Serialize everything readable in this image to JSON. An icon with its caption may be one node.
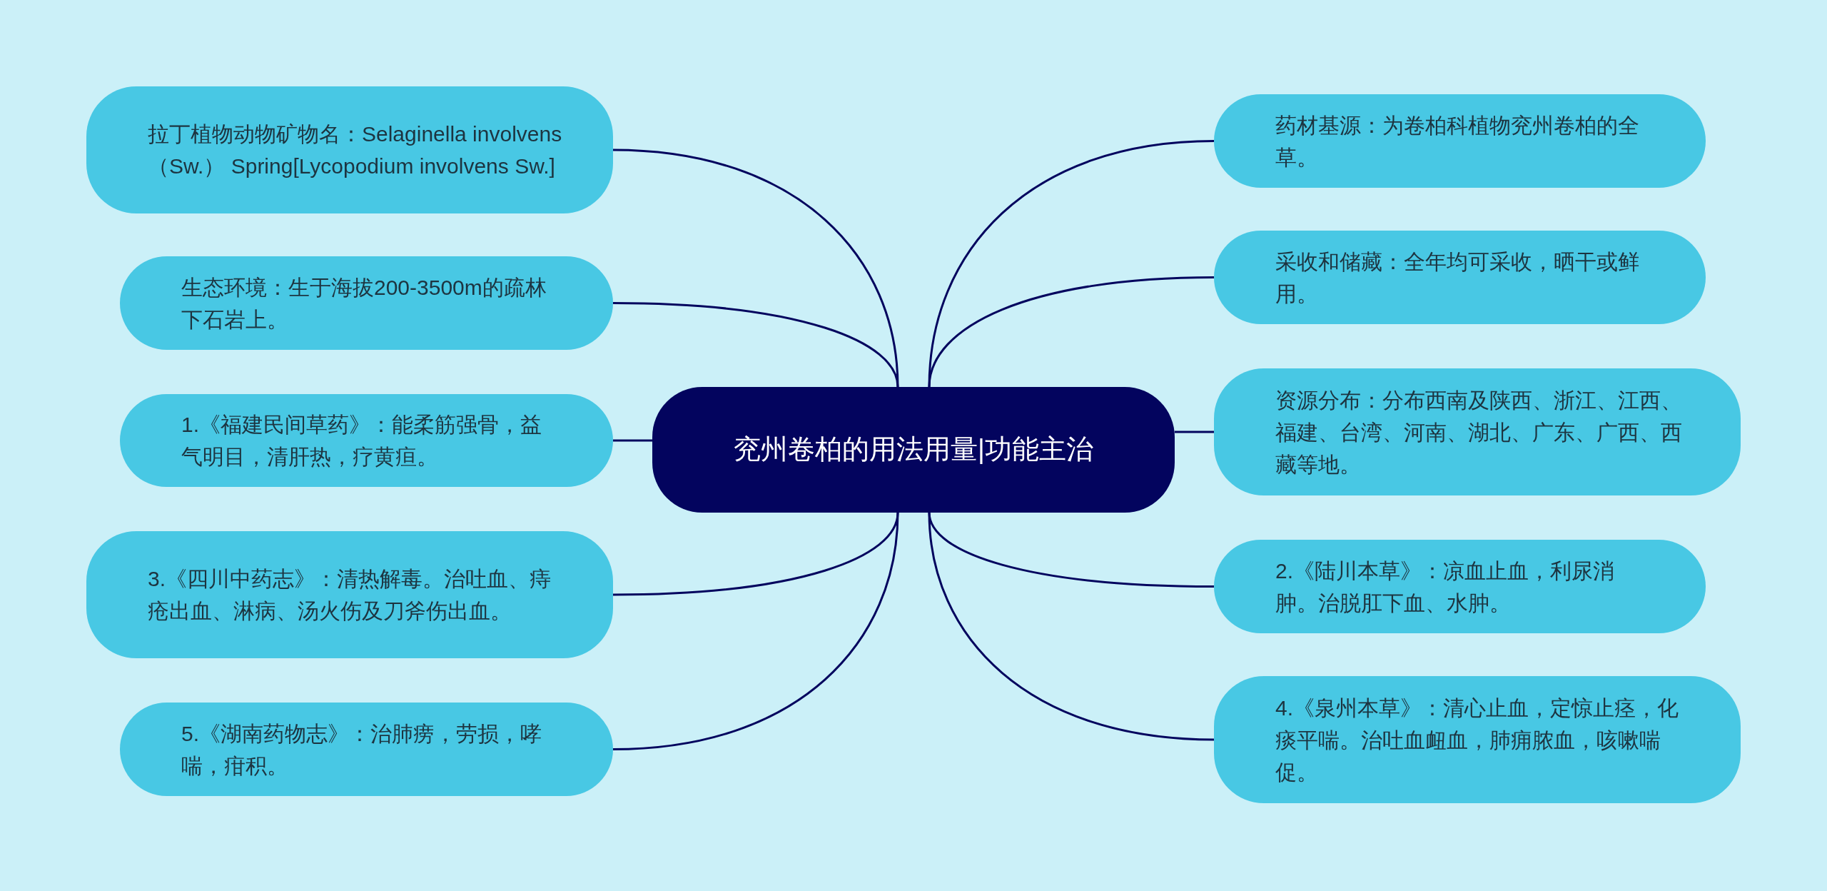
{
  "diagram": {
    "nodes": [
      {
        "text": [
          "兖州卷柏的用法用量|功能主治"
        ]
      },
      {
        "text": [
          "拉丁植物动物矿物名：Selaginella involvens（Sw.） Spring[Lycopodium involvens Sw.]"
        ]
      },
      {
        "text": [
          "生态环境：生于海拔200-3500m的疏林下石岩上。"
        ]
      },
      {
        "text": [
          "1.《福建民间草药》：能柔筋强骨，益气明目，清肝热，疗黄疸。"
        ]
      },
      {
        "text": [
          "3.《四川中药志》：清热解毒。治吐血、痔疮出血、淋病、汤火伤及刀斧伤出血。"
        ]
      },
      {
        "text": [
          "5.《湖南药物志》：治肺痨，劳损，哮喘，疳积。"
        ]
      },
      {
        "text": [
          "药材基源：为卷柏科植物兖州卷柏的全草。"
        ]
      },
      {
        "text": [
          "采收和储藏：全年均可采收，晒干或鲜用。"
        ]
      },
      {
        "text": [
          "资源分布：分布西南及陕西、浙江、江西、福建、台湾、河南、湖北、广东、广西、西藏等地。"
        ]
      },
      {
        "text": [
          "2.《陆川本草》：凉血止血，利尿消肿。治脱肛下血、水肿。"
        ]
      },
      {
        "text": [
          "4.《泉州本草》：清心止血，定惊止痉，化痰平喘。治吐血衄血，肺痈脓血，咳嗽喘促。"
        ]
      }
    ],
    "edges": [
      {
        "from": 0,
        "to": 1,
        "arrow": "none"
      },
      {
        "from": 0,
        "to": 2,
        "arrow": "none"
      },
      {
        "from": 0,
        "to": 3,
        "arrow": "none"
      },
      {
        "from": 0,
        "to": 4,
        "arrow": "none"
      },
      {
        "from": 0,
        "to": 5,
        "arrow": "none"
      },
      {
        "from": 0,
        "to": 6,
        "arrow": "none"
      },
      {
        "from": 0,
        "to": 7,
        "arrow": "none"
      },
      {
        "from": 0,
        "to": 8,
        "arrow": "none"
      },
      {
        "from": 0,
        "to": 9,
        "arrow": "none"
      },
      {
        "from": 0,
        "to": 10,
        "arrow": "none"
      }
    ]
  }
}
